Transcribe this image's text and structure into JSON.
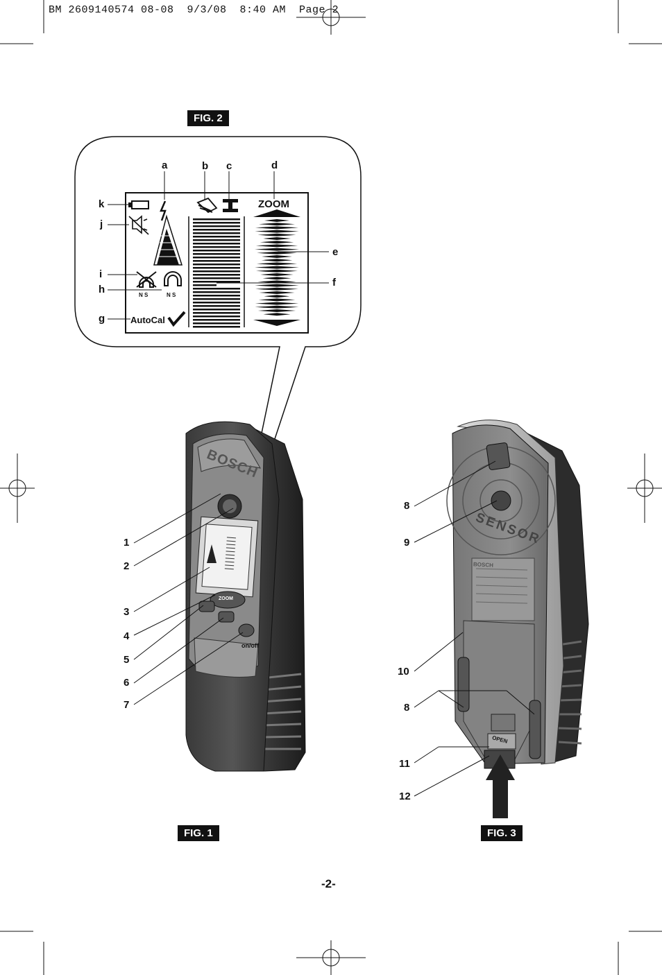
{
  "header": {
    "text": "BM 2609140574 08-08  9/3/08  8:40 AM  Page 2"
  },
  "figures": {
    "fig2": {
      "label": "FIG. 2"
    },
    "fig1": {
      "label": "FIG. 1"
    },
    "fig3": {
      "label": "FIG. 3"
    }
  },
  "lcd": {
    "zoom_text": "ZOOM",
    "autocal_text": "AutoCal",
    "ns_left": "N S",
    "ns_right": "N S",
    "callouts": [
      "a",
      "b",
      "c",
      "d",
      "e",
      "f",
      "g",
      "h",
      "i",
      "j",
      "k"
    ]
  },
  "fig1_callouts": [
    "1",
    "2",
    "3",
    "4",
    "5",
    "6",
    "7"
  ],
  "fig3_callouts": [
    "8",
    "9",
    "10",
    "8",
    "11",
    "12"
  ],
  "device": {
    "brand": "BOSCH",
    "zoom_button": "ZOOM",
    "onoff_label": "on/off",
    "sensor_text": "SENSOR",
    "open_label": "OPEN"
  },
  "page_number": "-2-"
}
